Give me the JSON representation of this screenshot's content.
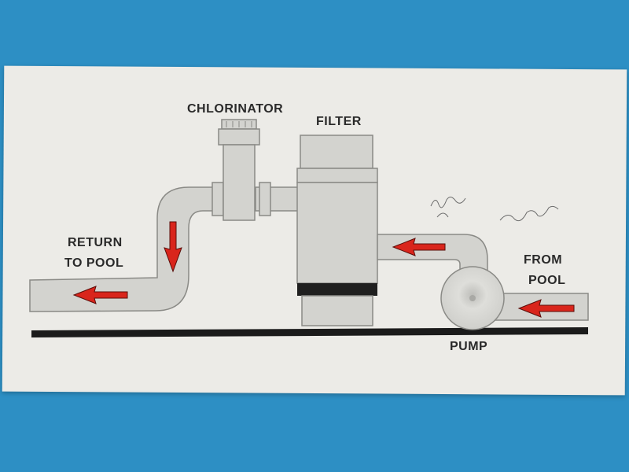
{
  "labels": {
    "chlorinator": "CHLORINATOR",
    "filter": "FILTER",
    "return_line1": "RETURN",
    "return_line2": "TO POOL",
    "from_line1": "FROM",
    "from_line2": "POOL",
    "pump": "PUMP"
  },
  "colors": {
    "background": "#2d8fc4",
    "card": "#ecebe7",
    "pipe_fill": "#d3d3cf",
    "outline": "#8a8a86",
    "ground": "#1b1b1b",
    "arrow": "#d9251c",
    "text": "#2a2a2a"
  },
  "flow_arrows": [
    "from-pool",
    "pump-to-filter",
    "chlorinator-down",
    "return-to-pool"
  ]
}
